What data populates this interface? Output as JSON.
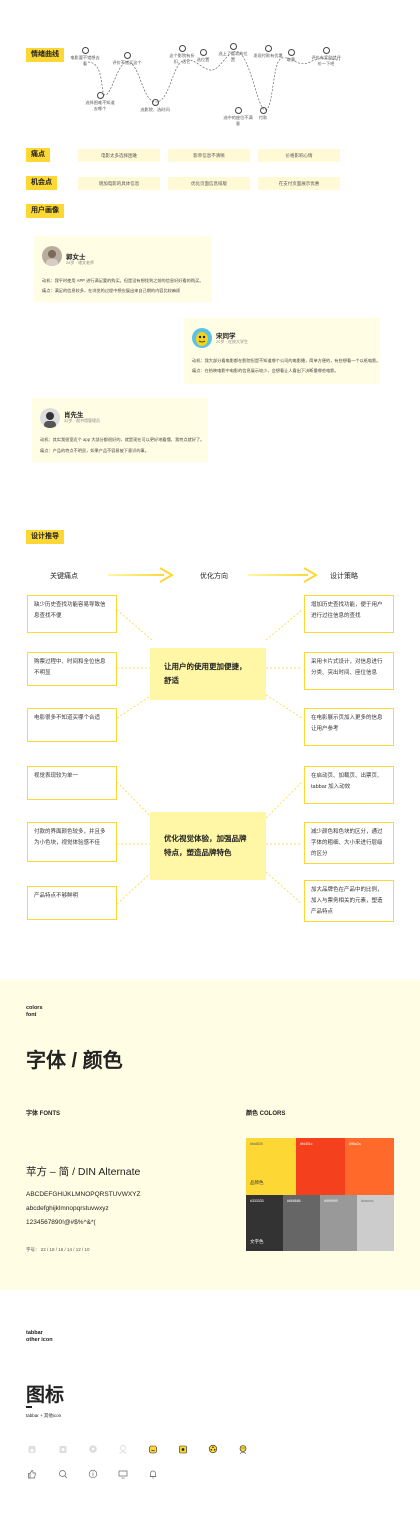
{
  "emotion": {
    "label": "情绪曲线",
    "points": [
      {
        "text": "电影要不错想去看"
      },
      {
        "text": "选择困难不知道去哪个"
      },
      {
        "text": "评价不错买这个"
      },
      {
        "text": "选影院、选时间"
      },
      {
        "text": "这个影院有折扣、选它"
      },
      {
        "text": "选位置"
      },
      {
        "text": "选上了喜欢的位置"
      },
      {
        "text": "选中的座位不满意"
      },
      {
        "text": "付款"
      },
      {
        "text": "发现付款有优惠"
      },
      {
        "text": "取票"
      },
      {
        "text": "评价有奖励就评价一下吧"
      }
    ]
  },
  "pain": {
    "label": "痛点",
    "items": [
      "电影太多选择困难",
      "影单信息不清晰",
      "价格影响心情"
    ]
  },
  "chance": {
    "label": "机会点",
    "items": [
      "增加电影的具体信息",
      "优化页面信息排版",
      "在支付页面展示优惠"
    ]
  },
  "persona": {
    "label": "用户画像",
    "users": [
      {
        "name": "郭女士",
        "meta": "28岁 · 诸文老师",
        "motive": "动机：我平时使用 APP 进行满足要的购买。但是没有想找到之前的信息好好看的购买。",
        "pain": "痛点：满足的信息较多，在浏览的过程中想应展出来自己期的内容比较麻烦"
      },
      {
        "name": "宋同学",
        "meta": "20岁 · 在校大学生",
        "motive": "动机：我大部分看电影都在影院但是不知道哪个公司的电影播，简单方便的，有些想看一个以纸电影。",
        "pain": "痛点：在热映电影中电影的信息展示较少，会想看让人看出下决断量哪些电影。"
      },
      {
        "name": "肖先生",
        "meta": "32岁 · 图书馆管理员",
        "motive": "动机：其实我很宽近个 app 大部分都很好的，就是现在可以更好地看懂，我特点就好了。",
        "pain": "痛点：产品的特点不明显，如果产品不容易被下意识的事。"
      }
    ]
  },
  "design": {
    "label": "设计推导",
    "col_pain": "关键痛点",
    "col_opt": "优化方向",
    "col_strategy": "设计策略",
    "groups": [
      {
        "center": "让用户的使用更加便捷，舒适",
        "pains": [
          "缺少历史查找功能容易导致信息查找不便",
          "购票过程中、时间和全位信息不明显",
          "电影很多不知道买哪个合适"
        ],
        "strategies": [
          "增加历史查找功能，便于用户进行过往信息的查找",
          "采用卡片式设计，对信息进行分类、突出时间、座位信息",
          "在电影展示页加入更多的信息让用户参考"
        ]
      },
      {
        "center": "优化视觉体验，加强品牌特点，塑造品牌特色",
        "pains": [
          "视觉表现较为单一",
          "付款的界面颜色较多，并且多为小色块，视觉体验感不佳",
          "产品特点不够鲜明"
        ],
        "strategies": [
          "在启动页、加载页、出票页、tabbar 加入动效",
          "减少颜色和色块的区分，通过字体的粗细、大小来进行层级的区分",
          "加大品牌色在产品中的比例，加入与票务相关的元素，塑造产品特点"
        ]
      }
    ]
  },
  "style": {
    "en_title": "colors\nfont",
    "title": "字体 / 颜色",
    "fonts_label": "字体 FONTS",
    "colors_label": "颜色 COLORS",
    "font_name": "苹方 – 简 / DIN Alternate",
    "upper": "ABCDEFGHIJKLMNOPQRSTUVWXYZ",
    "lower": "abcdefghijklmnopqrstuvwxyz",
    "nums": "1234567890!@#$%^&*(",
    "sizes": "字号：  22 / 18 / 16 / 14 / 12 / 10",
    "brand_label": "品牌色",
    "text_label": "文字色",
    "swatches_top": [
      {
        "hex": "#fdd835",
        "code": "#fdd835"
      },
      {
        "hex": "#f4401c",
        "code": "#f4401c"
      },
      {
        "hex": "#ff6a2a",
        "code": "#ff6a2a"
      }
    ],
    "swatches_bottom": [
      {
        "hex": "#333333",
        "code": "#333333"
      },
      {
        "hex": "#666666",
        "code": "#666666"
      },
      {
        "hex": "#999999",
        "code": "#999999"
      },
      {
        "hex": "#cccccc",
        "code": "#cccccc"
      }
    ]
  },
  "icons": {
    "en_title": "tabbar\nother icon",
    "title": "图标",
    "sub": "tabbar + 其他icon",
    "row1": [
      "home-gray-icon",
      "ticket-gray-icon",
      "film-reel-gray-icon",
      "profile-gray-icon",
      "home-active-icon",
      "ticket-active-icon",
      "film-reel-active-icon",
      "profile-active-icon"
    ],
    "row2": [
      "thumbs-up-icon",
      "search-icon",
      "info-icon",
      "screen-icon",
      "bell-icon"
    ]
  },
  "colors": {
    "brand": "#fdd835",
    "light": "#fffde3",
    "accent": "#f4401c"
  }
}
